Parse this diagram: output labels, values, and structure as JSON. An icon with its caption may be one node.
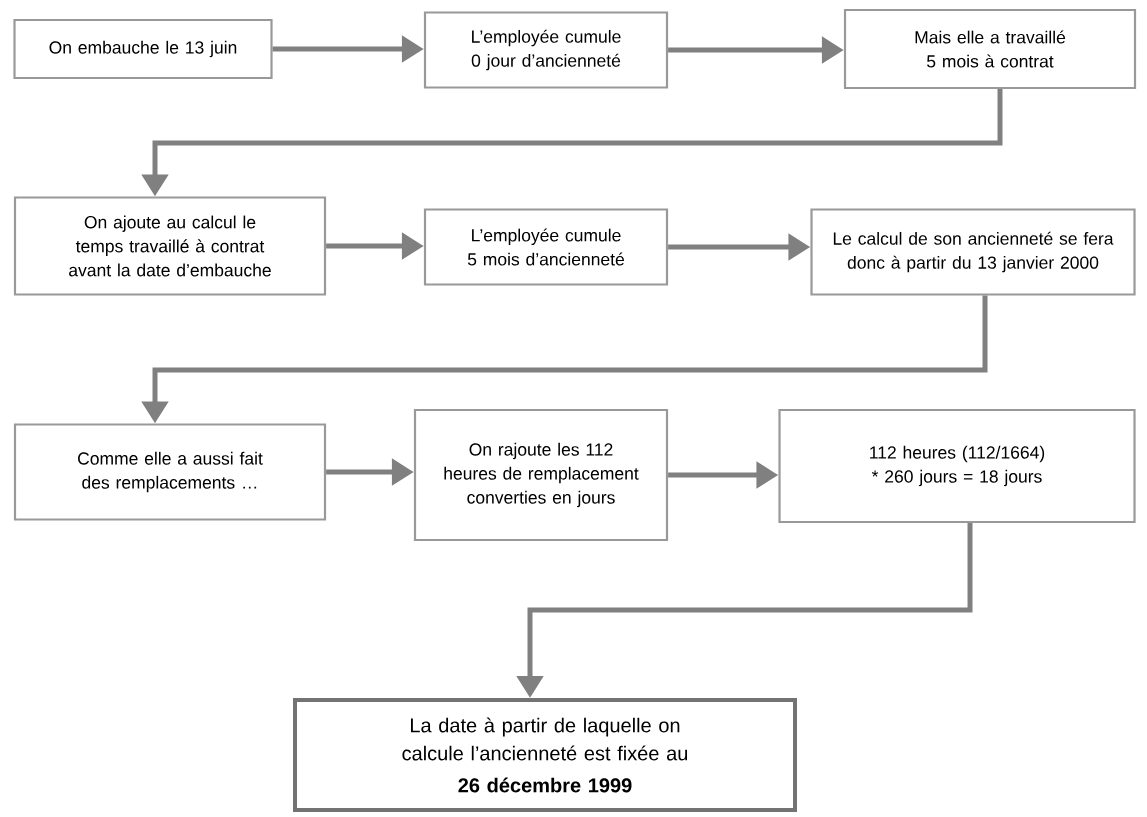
{
  "diagram": {
    "nodes": [
      {
        "text": [
          "On embauche le 13 juin"
        ]
      },
      {
        "text": [
          "L’employée cumule 0 jour d’ancienneté"
        ]
      },
      {
        "text": [
          "Mais elle a travaillé 5 mois à contrat"
        ]
      },
      {
        "text": [
          "On ajoute au calcul le temps travaillé à contrat avant la date d’embauche"
        ]
      },
      {
        "text": [
          "L’employée cumule 5 mois d’ancienneté"
        ]
      },
      {
        "text": [
          "Le calcul de son ancienneté se fera donc à partir du 13 janvier 2000"
        ]
      },
      {
        "text": [
          "Comme elle a aussi fait des remplacements …"
        ]
      },
      {
        "text": [
          "On rajoute les 112 heures de remplacement converties en jours"
        ]
      },
      {
        "text": [
          "112 heures (112/1664) * 260 jours = 18 jours"
        ]
      },
      {
        "text": [
          "La date à partir de laquelle on calcule l’ancienneté est fixée au",
          "26 décembre 1999"
        ]
      }
    ],
    "edges": [
      {
        "from": 0,
        "to": 1,
        "arrow": "to"
      },
      {
        "from": 1,
        "to": 2,
        "arrow": "to"
      },
      {
        "from": 2,
        "to": 3,
        "arrow": "to"
      },
      {
        "from": 3,
        "to": 4,
        "arrow": "to"
      },
      {
        "from": 4,
        "to": 5,
        "arrow": "to"
      },
      {
        "from": 5,
        "to": 6,
        "arrow": "to"
      },
      {
        "from": 6,
        "to": 7,
        "arrow": "to"
      },
      {
        "from": 7,
        "to": 8,
        "arrow": "to"
      },
      {
        "from": 8,
        "to": 9,
        "arrow": "to"
      }
    ]
  }
}
